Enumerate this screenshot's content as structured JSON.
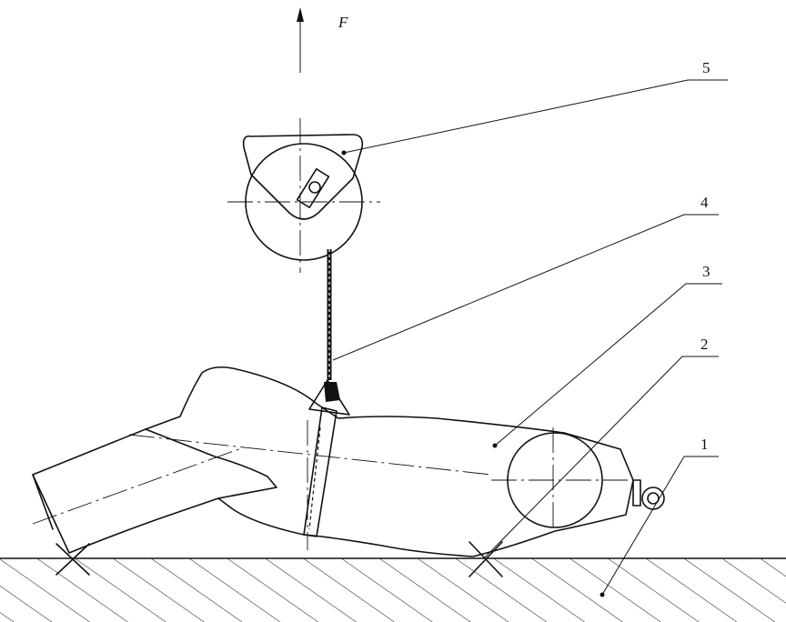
{
  "force": {
    "symbol": "F"
  },
  "callouts": [
    {
      "id": "1",
      "text": "1"
    },
    {
      "id": "2",
      "text": "2"
    },
    {
      "id": "3",
      "text": "3"
    },
    {
      "id": "4",
      "text": "4"
    },
    {
      "id": "5",
      "text": "5"
    }
  ],
  "colors": {
    "ink": "#111111",
    "background": "#ffffff"
  }
}
